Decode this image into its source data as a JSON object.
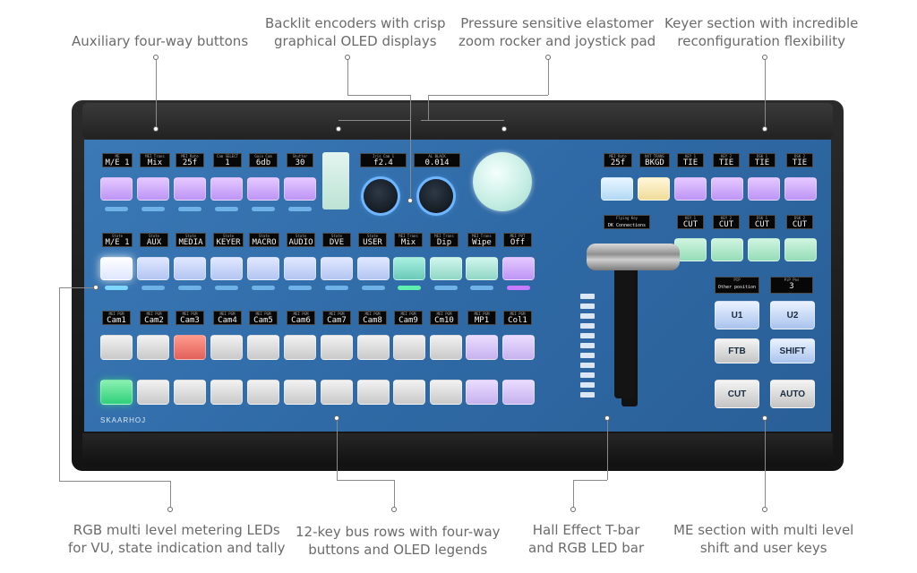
{
  "callouts": {
    "aux_buttons": "Auxiliary four-way buttons",
    "encoders_line1": "Backlit encoders with crisp",
    "encoders_line2": "graphical OLED displays",
    "rocker_line1": "Pressure sensitive elastomer",
    "rocker_line2": "zoom rocker and joystick pad",
    "keyer_line1": "Keyer section with incredible",
    "keyer_line2": "reconfiguration flexibility",
    "metering_line1": "RGB multi level metering LEDs",
    "metering_line2": "for VU, state indication and tally",
    "busrows_line1": "12-key bus rows with four-way",
    "busrows_line2": "buttons and OLED legends",
    "tbar_line1": "Hall Effect T-bar",
    "tbar_line2": "and RGB LED bar",
    "me_line1": "ME section with multi level",
    "me_line2": "shift  and user keys"
  },
  "brand": "SKAARHOJ",
  "aux_oleds": [
    {
      "sub": "ME",
      "main": "M/E 1"
    },
    {
      "sub": "MEI Trans",
      "main": "Mix"
    },
    {
      "sub": "MEI Rate",
      "main": "25f"
    },
    {
      "sub": "Cam SELECT",
      "main": "1"
    },
    {
      "sub": "Gain Cam",
      "main": "6db"
    },
    {
      "sub": "Shutter",
      "main": "30"
    }
  ],
  "encoder_oleds": [
    {
      "sub": "Iris Cam 1",
      "main": "f2.4"
    },
    {
      "sub": "AL BLACK",
      "main": "0.014"
    }
  ],
  "keyer_oleds": [
    {
      "sub": "MEI Rate",
      "main": "25f"
    },
    {
      "sub": "NXT TRANS",
      "main": "BKGD"
    },
    {
      "sub": "KEY 1",
      "main": "TIE"
    },
    {
      "sub": "KEY 2",
      "main": "TIE"
    },
    {
      "sub": "DSK 1",
      "main": "TIE"
    },
    {
      "sub": "DSK 2",
      "main": "TIE"
    }
  ],
  "cut_oleds": [
    {
      "sub": "KEY 1",
      "main": "CUT"
    },
    {
      "sub": "KEY 2",
      "main": "CUT"
    },
    {
      "sub": "DSK 1",
      "main": "CUT"
    },
    {
      "sub": "DSK 2",
      "main": "CUT"
    }
  ],
  "flying_oled": {
    "sub": "Flying Key",
    "main": "DK Connections"
  },
  "pip_oled": {
    "sub": "PIP",
    "main": "Other position"
  },
  "pip_num_oled": {
    "sub": "PiP Pos",
    "main": "3"
  },
  "state_oleds": [
    {
      "sub": "State",
      "main": "M/E 1"
    },
    {
      "sub": "State",
      "main": "AUX"
    },
    {
      "sub": "State",
      "main": "MEDIA"
    },
    {
      "sub": "State",
      "main": "KEYER"
    },
    {
      "sub": "State",
      "main": "MACRO"
    },
    {
      "sub": "State",
      "main": "AUDIO"
    },
    {
      "sub": "State",
      "main": "DVE"
    },
    {
      "sub": "State",
      "main": "USER"
    },
    {
      "sub": "MEI Trans",
      "main": "Mix"
    },
    {
      "sub": "MEI Trans",
      "main": "Dip"
    },
    {
      "sub": "MEI Trans",
      "main": "Wipe"
    },
    {
      "sub": "MEI PVT",
      "main": "Off"
    }
  ],
  "source_oleds": [
    {
      "sub": "MEI PGM",
      "main": "Cam1"
    },
    {
      "sub": "MEI PGM",
      "main": "Cam2"
    },
    {
      "sub": "MEI PGM",
      "main": "Cam3"
    },
    {
      "sub": "MEI PGM",
      "main": "Cam4"
    },
    {
      "sub": "MEI PGM",
      "main": "Cam5"
    },
    {
      "sub": "MEI PGM",
      "main": "Cam6"
    },
    {
      "sub": "MEI PGM",
      "main": "Cam7"
    },
    {
      "sub": "MEI PGM",
      "main": "Cam8"
    },
    {
      "sub": "MEI PGM",
      "main": "Cam9"
    },
    {
      "sub": "MEI PGM",
      "main": "Cm10"
    },
    {
      "sub": "MEI PGM",
      "main": "MP1"
    },
    {
      "sub": "MEI PGM",
      "main": "Col1"
    }
  ],
  "me_keys": {
    "u1": "U1",
    "u2": "U2",
    "ftb": "FTB",
    "shift": "SHIFT",
    "cut": "CUT",
    "auto": "AUTO"
  },
  "colors": {
    "panel_face": "#2f6aa6",
    "callout_text": "#6b6b6b",
    "tally_green": "#2fcf7c",
    "tally_red": "#e2615a"
  }
}
